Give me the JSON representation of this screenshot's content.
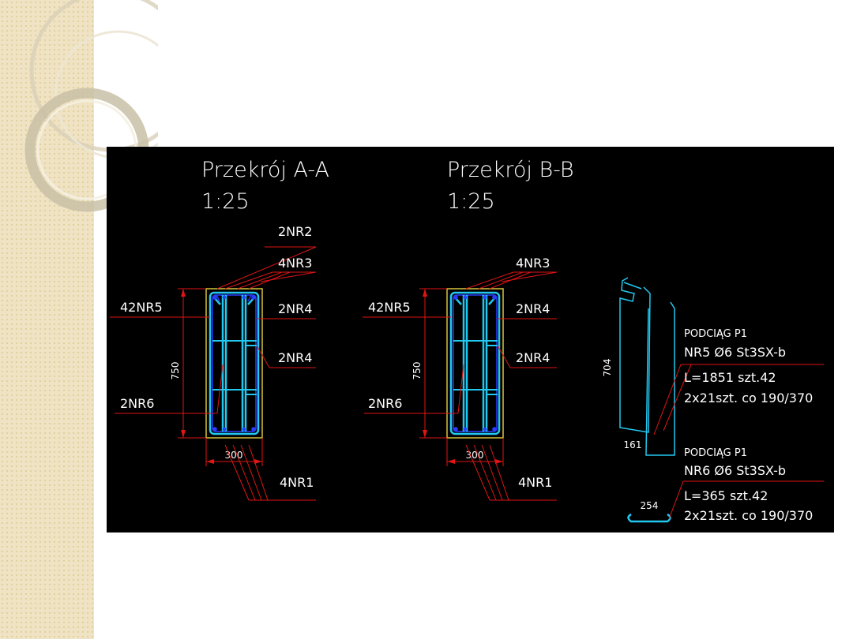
{
  "colors": {
    "background": "#000000",
    "rebar": "#22c8f0",
    "leader": "#e01515",
    "text": "#ffffff",
    "outline": "#d6c23a",
    "stirrup": "#2a3cff",
    "sidebar": "#efe3c3"
  },
  "section_a": {
    "title": "Przekrój A-A",
    "scale": "1:25",
    "labels": {
      "nr2": "2NR2",
      "nr3": "4NR3",
      "nr5": "42NR5",
      "nr4a": "2NR4",
      "nr4b": "2NR4",
      "nr6": "2NR6",
      "nr1": "4NR1"
    },
    "dims": {
      "height": "750",
      "width": "300"
    }
  },
  "section_b": {
    "title": "Przekrój B-B",
    "scale": "1:25",
    "labels": {
      "nr3": "4NR3",
      "nr5": "42NR5",
      "nr4a": "2NR4",
      "nr4b": "2NR4",
      "nr6": "2NR6",
      "nr1": "4NR1"
    },
    "dims": {
      "height": "750",
      "width": "300"
    }
  },
  "bar_nr5": {
    "dim_height": "704",
    "dim_width": "161",
    "line1": "PODCIĄG P1",
    "line2": "NR5  Ø6  St3SX-b",
    "line3": "L=1851  szt.42",
    "line4": "2x21szt. co 190/370"
  },
  "bar_nr6": {
    "dim_width": "254",
    "line1": "PODCIĄG P1",
    "line2": "NR6  Ø6  St3SX-b",
    "line3": "L=365  szt.42",
    "line4": "2x21szt. co 190/370"
  }
}
